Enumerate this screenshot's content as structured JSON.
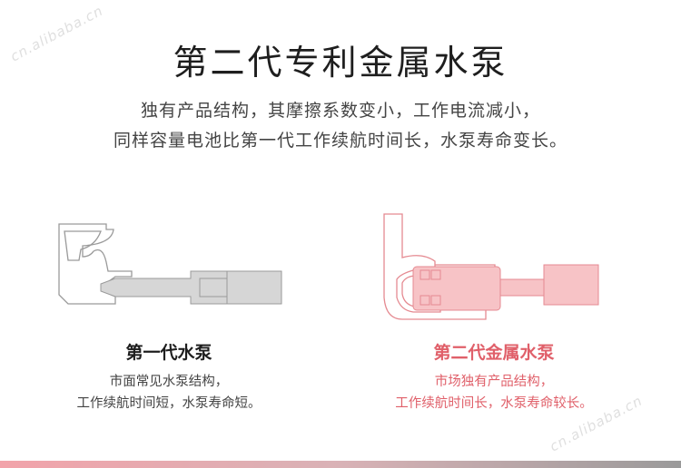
{
  "header": {
    "title": "第二代专利金属水泵",
    "subtitle_line1": "独有产品结构，其摩擦系数变小，工作电流减小，",
    "subtitle_line2": "同样容量电池比第一代工作续航时间长，水泵寿命变长。"
  },
  "left": {
    "title": "第一代水泵",
    "desc_line1": "市面常见水泵结构，",
    "desc_line2": "工作续航时间短，水泵寿命短。"
  },
  "right": {
    "title": "第二代金属水泵",
    "desc_line1": "市场独有产品结构，",
    "desc_line2": "工作续航时间长，水泵寿命较长。"
  },
  "watermarks": [
    "cn.alibaba.cn",
    "cn.alibaba.cn"
  ],
  "colors": {
    "accent": "#e0606a",
    "gray_fill": "#d6d6d6",
    "pink_fill": "#f7c3c6",
    "outline_gray": "#9a9a9a",
    "outline_pink": "#e58a91"
  }
}
